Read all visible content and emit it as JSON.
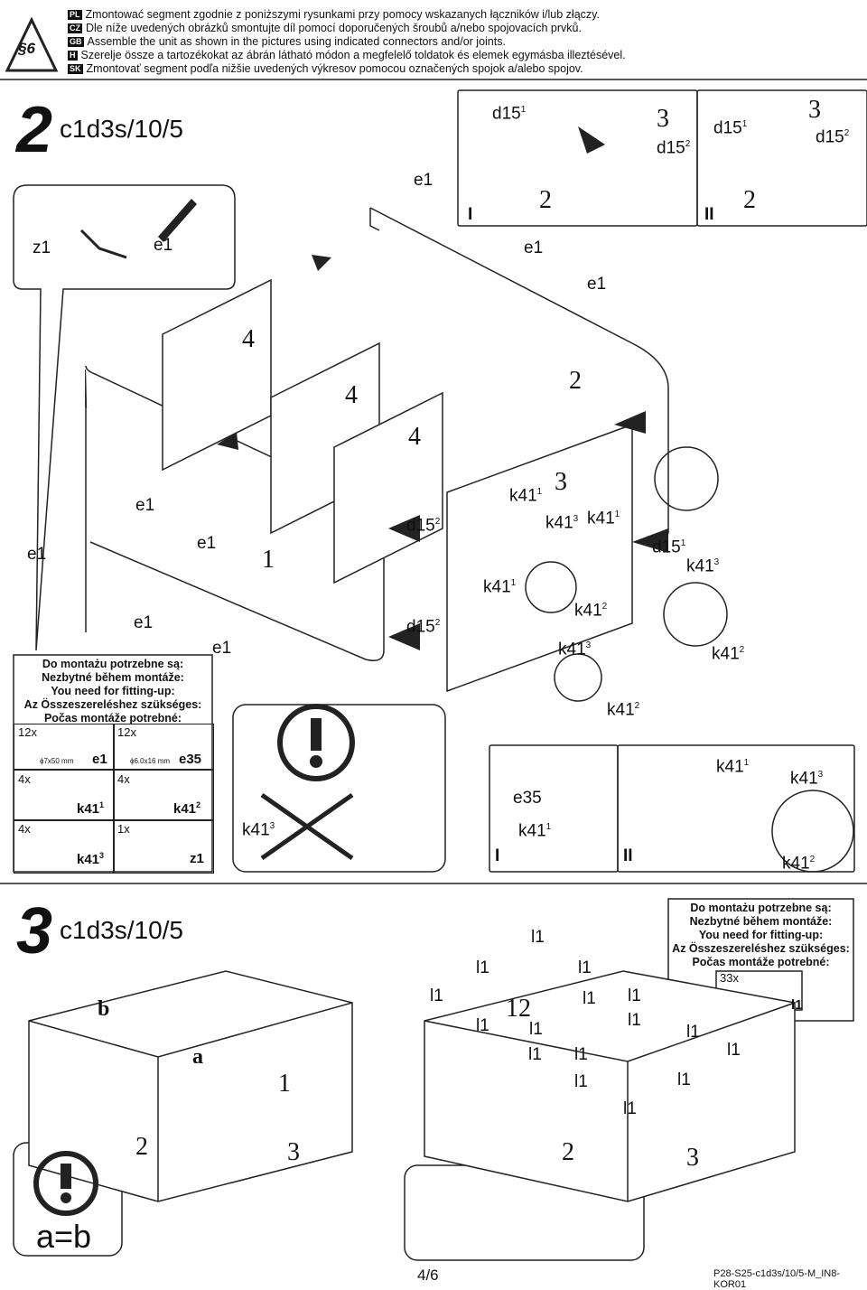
{
  "header": {
    "badge": "§6",
    "lines": [
      {
        "flag": "PL",
        "text": "Zmontować segment zgodnie z poniższymi rysunkami przy pomocy wskazanych łączników i/lub złączy."
      },
      {
        "flag": "CZ",
        "text": "Dle níže uvedených obrázků smontujte díl pomocí doporučených šroubů a/nebo spojovacích prvků."
      },
      {
        "flag": "GB",
        "text": "Assemble the unit as shown in the pictures using indicated connectors and/or joints."
      },
      {
        "flag": "H",
        "text": "Szerelje össze a tartozékokat az ábrán látható módon a megfelelő toldatok és elemek egymásba illeztésével."
      },
      {
        "flag": "SK",
        "text": "Zmontovať segment podľa nižšie uvedených výkresov pomocou označených spojok a/alebo spojov."
      }
    ]
  },
  "step2": {
    "number": "2",
    "code": "c1d3s/10/5",
    "labels": {
      "e1": "e1",
      "z1": "z1",
      "d15": "d15",
      "k41": "k41",
      "e35": "e35",
      "sup1": "1",
      "sup2": "2",
      "sup3": "3"
    },
    "panel_numbers": {
      "p1": "1",
      "p2": "2",
      "p3": "3",
      "p4": "4"
    },
    "roman": {
      "i": "I",
      "ii": "II"
    },
    "requirements": {
      "lines": [
        "Do montażu potrzebne są:",
        "Nezbytné během montáže:",
        "You need for fitting-up:",
        "Az Összeszereléshez szükséges:",
        "Počas montáže potrebné:"
      ],
      "items": [
        {
          "count": "12x",
          "name": "e1",
          "spec": "ϕ7x50 mm"
        },
        {
          "count": "12x",
          "name": "e35",
          "spec": "ϕ6.0x16 mm"
        },
        {
          "count": "4x",
          "name": "k41",
          "sup": "1"
        },
        {
          "count": "4x",
          "name": "k41",
          "sup": "2"
        },
        {
          "count": "4x",
          "name": "k41",
          "sup": "3"
        },
        {
          "count": "1x",
          "name": "z1"
        }
      ]
    }
  },
  "step3": {
    "number": "3",
    "code": "c1d3s/10/5",
    "labels": {
      "a": "a",
      "b": "b",
      "l1": "l1",
      "n12": "12",
      "n1": "1",
      "n2": "2",
      "n3": "3"
    },
    "equation": "a=b",
    "requirements": {
      "lines": [
        "Do montażu potrzebne są:",
        "Nezbytné během montáže:",
        "You need for fitting-up:",
        "Az Összeszereléshez szükséges:",
        "Počas montáže potrebné:"
      ],
      "items": [
        {
          "count": "33x",
          "name": "l1"
        }
      ]
    }
  },
  "footer": {
    "page": "4/6",
    "code": "P28-S25-c1d3s/10/5-M_IN8-KOR01"
  }
}
